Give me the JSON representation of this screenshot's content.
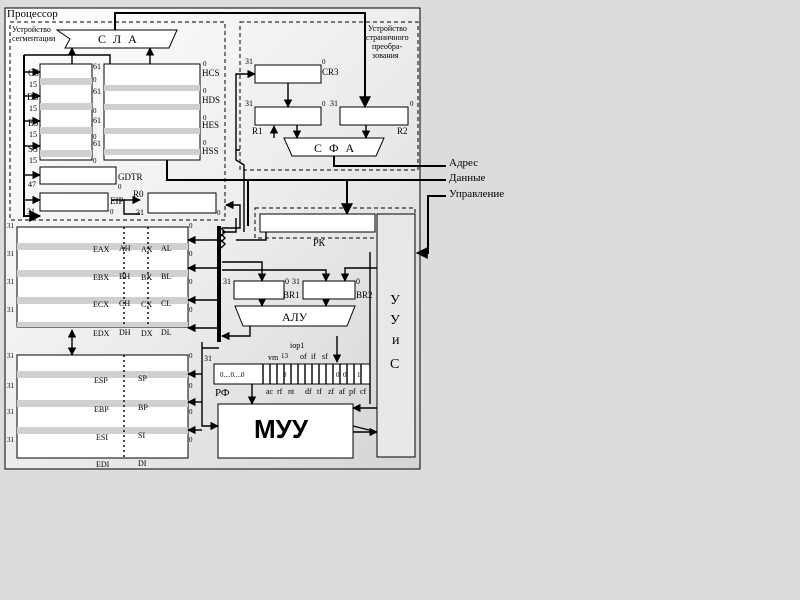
{
  "processor_label": "Процессор",
  "segmentation_unit": {
    "line1": "Устройство",
    "line2": "сегментации"
  },
  "page_unit": {
    "line1": "Устройство",
    "line2": "страничного",
    "line3": "преобра-",
    "line4": "зования"
  },
  "sla": "С Л А",
  "sfa": "С Ф А",
  "alu": "АЛУ",
  "muu": "МУУ",
  "rk": "РК",
  "rf": "РФ",
  "uus": [
    "У",
    "У",
    "и",
    "С"
  ],
  "bus_labels": {
    "address": "Адрес",
    "data": "Данные",
    "control": "Управление"
  },
  "segment_registers": [
    {
      "name": "CS",
      "size": "15",
      "hidden": "HCS"
    },
    {
      "name": "DS",
      "size": "15",
      "hidden": "HDS"
    },
    {
      "name": "ES",
      "size": "15",
      "hidden": "HES"
    },
    {
      "name": "SS",
      "size": "15",
      "hidden": "HSS"
    }
  ],
  "bits": {
    "b0": "0",
    "b31": "31",
    "b47": "47",
    "b61": "61",
    "b15": "15"
  },
  "gdtr": "GDTR",
  "eip": "EIP",
  "r0": "R0",
  "cr3": "CR3",
  "r1": "R1",
  "r2": "R2",
  "br1": "BR1",
  "br2": "BR2",
  "gp_registers": [
    {
      "e": "EAX",
      "h": "AH",
      "x": "AX",
      "l": "AL"
    },
    {
      "e": "EBX",
      "h": "BH",
      "x": "BX",
      "l": "BL"
    },
    {
      "e": "ECX",
      "h": "CH",
      "x": "CX",
      "l": "CL"
    },
    {
      "e": "EDX",
      "h": "DH",
      "x": "DX",
      "l": "DL"
    }
  ],
  "ptr_registers": [
    {
      "e": "ESP",
      "x": "SP"
    },
    {
      "e": "EBP",
      "x": "BP"
    },
    {
      "e": "ESI",
      "x": "SI"
    },
    {
      "e": "EDI",
      "x": "DI"
    }
  ],
  "flags": {
    "zeros": "0....0....0",
    "top_vm": "vm",
    "top_13": "13",
    "iopl": "iop1",
    "top_of": "of",
    "top_if": "if",
    "top_sf": "sf",
    "bottom": [
      "ac",
      "rf",
      "nt",
      "df",
      "tf",
      "zf",
      "af",
      "pf",
      "cf"
    ],
    "cells": [
      "0",
      "0",
      "0",
      "1"
    ]
  }
}
